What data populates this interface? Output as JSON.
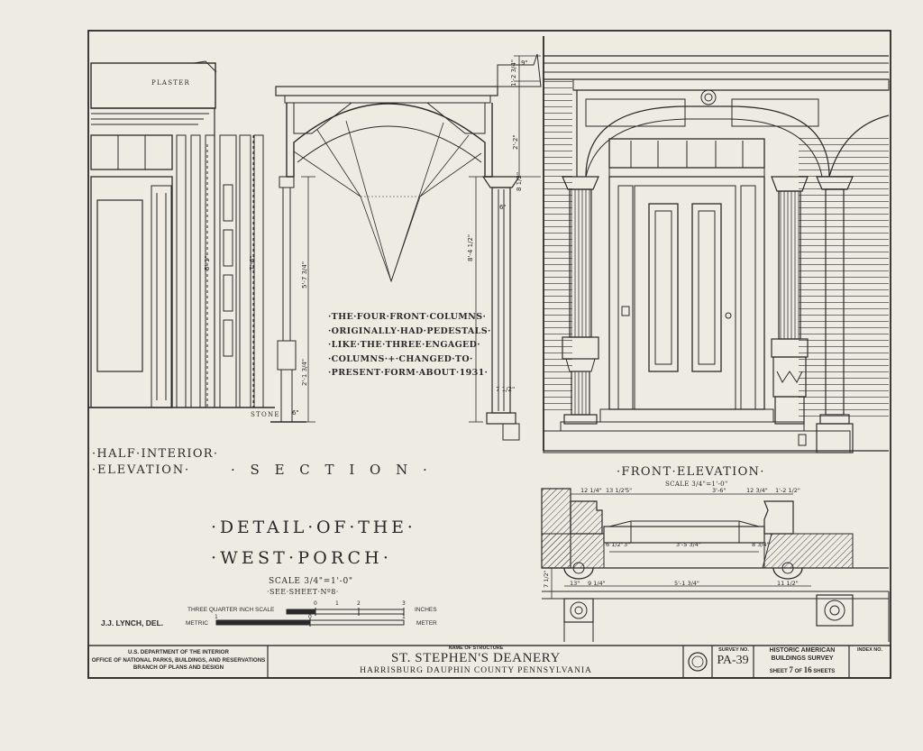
{
  "drawing": {
    "labels": {
      "plaster": "PLASTER",
      "stone": "STONE",
      "half_interior_1": "·HALF·INTERIOR·",
      "half_interior_2": "·ELEVATION·",
      "section": "· S E C T I O N ·",
      "front_elevation": "·FRONT·ELEVATION·",
      "front_scale": "SCALE 3/4\"=1'-0\"",
      "detail_1": "·DETAIL·OF·THE·",
      "detail_2": "·WEST·PORCH·",
      "detail_scale": "SCALE 3/4\"=1'-0\"",
      "see_sheet": "·SEE·SHEET·Nº8·",
      "delineator": "J.J. LYNCH, DEL.",
      "three_quarter": "THREE QUARTER INCH SCALE",
      "inches": "INCHES",
      "metric": "METRIC",
      "meter": "METER"
    },
    "note_lines": [
      "·THE·FOUR·FRONT·COLUMNS·",
      "·ORIGINALLY·HAD·PEDESTALS·",
      "·LIKE·THE·THREE·ENGAGED·",
      "·COLUMNS·+·CHANGED·TO·",
      "·PRESENT·FORM·ABOUT·1931·"
    ],
    "dimensions": {
      "d_9_4": "9\"",
      "d_1_2_3": "1'-2 3/4\"",
      "d_2_2": "2'-2\"",
      "d_8_half": "8 1/2\"",
      "d_6": "6\"",
      "d_5_7": "5'-7 3/4\"",
      "d_8_4": "8'-4 1/2\"",
      "d_2_1": "2'-1 3/4\"",
      "d_7_6": "7'-6\"",
      "d_5_1": "5'-1\"",
      "d_7_5": "7 1/2\"",
      "d_6b": "6\"",
      "plan_12_5": "12 1/4\"",
      "plan_13_5": "13 1/2\"",
      "plan_5": "5\"",
      "plan_3_6": "3'-6\"",
      "plan_12_4": "12 3/4\"",
      "plan_1_2": "1'-2 1/2\"",
      "plan_6_5": "6 1/2\"",
      "plan_3": "3\"",
      "plan_3_5": "3'-5 3/4\"",
      "plan_8_5": "8 3/4\"",
      "plan_13": "13\"",
      "plan_9_5": "9 1/4\"",
      "plan_5_1": "5'-1 3/4\"",
      "plan_11_5": "11 1/2\"",
      "plan_7": "7 1/2\""
    },
    "scale_ticks": [
      "0",
      "1",
      "2",
      "3"
    ],
    "metric_ticks": [
      "1",
      "0",
      "1"
    ]
  },
  "title_block": {
    "agency_line1": "U.S. DEPARTMENT OF THE INTERIOR",
    "agency_line2": "OFFICE OF NATIONAL PARKS, BUILDINGS, AND RESERVATIONS",
    "agency_line3": "BRANCH OF PLANS AND DESIGN",
    "name_label": "NAME OF STRUCTURE",
    "structure_name": "ST. STEPHEN'S DEANERY",
    "location": "HARRISBURG   DAUPHIN   COUNTY   PENNSYLVANIA",
    "survey_label": "SURVEY NO.",
    "survey_no": "PA-39",
    "habs_line1": "HISTORIC AMERICAN",
    "habs_line2": "BUILDINGS SURVEY",
    "sheet_word": "SHEET",
    "sheet_no": "7",
    "of_word": "OF",
    "sheet_total": "16",
    "sheets_word": "SHEETS",
    "index_label": "INDEX NO."
  },
  "colors": {
    "paper": "#eeebe3",
    "ink": "#2a2a2a"
  }
}
